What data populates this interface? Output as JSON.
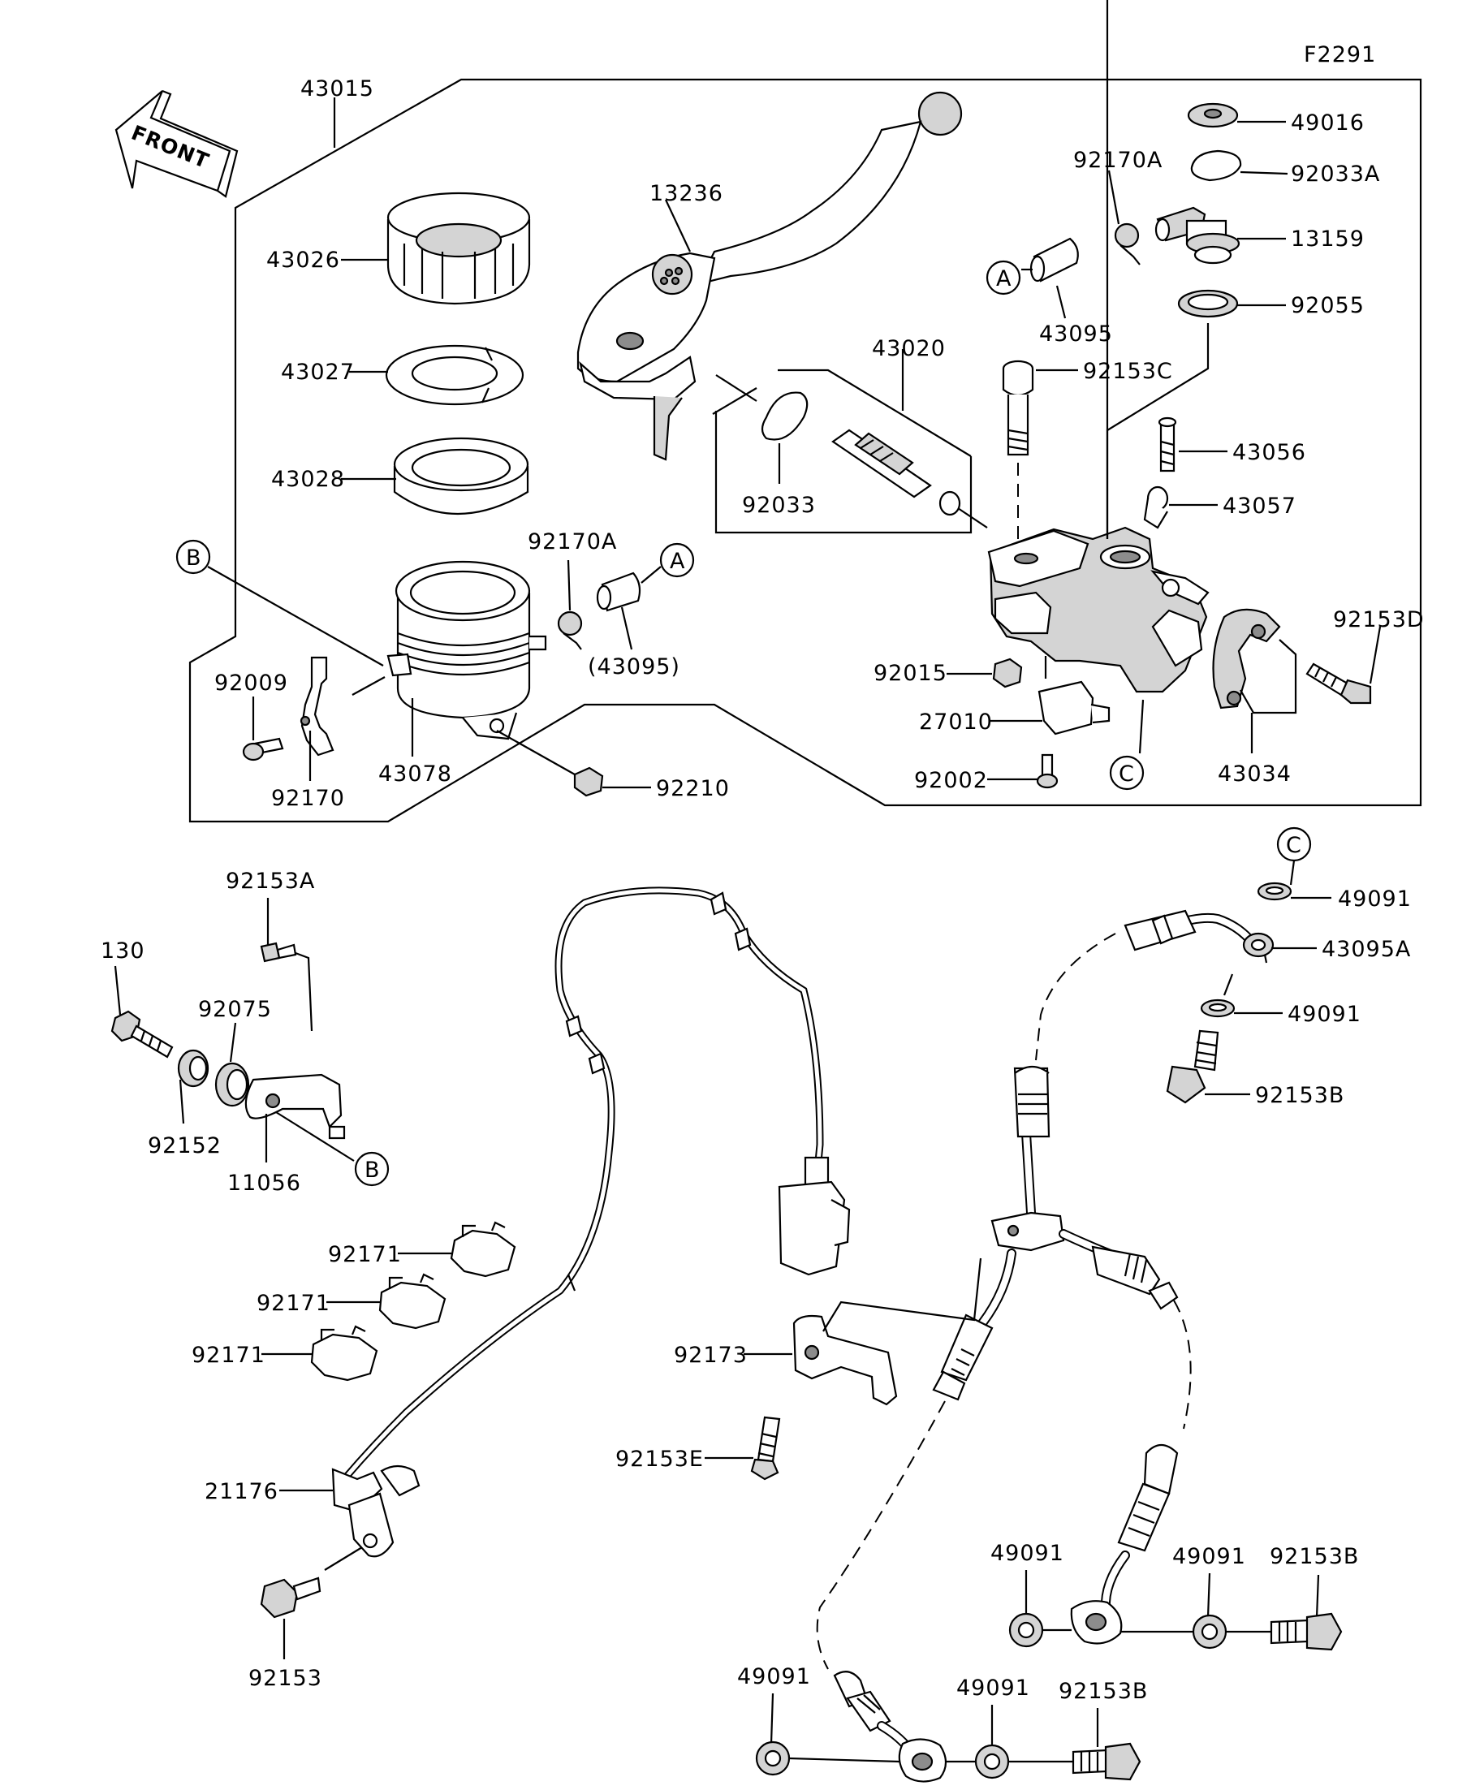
{
  "figure_code": "F2291",
  "front_label": "FRONT",
  "ref_letters": {
    "A": "A",
    "B": "B",
    "C": "C"
  },
  "labels": {
    "43015": "43015",
    "13236": "13236",
    "43026": "43026",
    "43027": "43027",
    "43028": "43028",
    "92170A_top": "92170A",
    "92170A_mid": "92170A",
    "49016": "49016",
    "92033A": "92033A",
    "13159": "13159",
    "43095": "43095",
    "43095_paren": "(43095)",
    "92055": "92055",
    "43020": "43020",
    "92153C": "92153C",
    "92033": "92033",
    "43056": "43056",
    "43057": "43057",
    "92153D": "92153D",
    "92009": "92009",
    "92170": "92170",
    "43078": "43078",
    "92210": "92210",
    "92015": "92015",
    "27010": "27010",
    "92002": "92002",
    "43034": "43034",
    "92153A": "92153A",
    "130": "130",
    "92075": "92075",
    "92152": "92152",
    "11056": "11056",
    "92171_a": "92171",
    "92171_b": "92171",
    "92171_c": "92171",
    "21176": "21176",
    "92153": "92153",
    "49091_a": "49091",
    "43095A": "43095A",
    "49091_b": "49091",
    "92153B_a": "92153B",
    "92173": "92173",
    "92153E": "92153E",
    "49091_c": "49091",
    "49091_d": "49091",
    "92153B_b": "92153B",
    "49091_e": "49091",
    "49091_f": "49091",
    "92153B_c": "92153B"
  }
}
